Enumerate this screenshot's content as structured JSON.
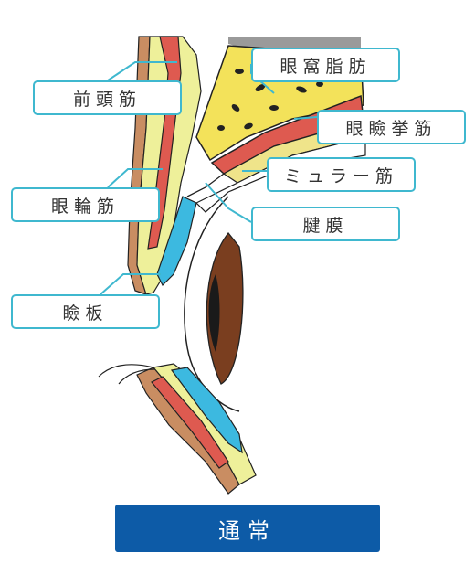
{
  "diagram": {
    "labels": {
      "frontalis": "前頭筋",
      "orbital_fat": "眼窩脂肪",
      "levator": "眼瞼挙筋",
      "muller": "ミュラー筋",
      "orbicularis": "眼輪筋",
      "aponeurosis": "腱膜",
      "tarsus": "瞼板"
    },
    "caption": "通常",
    "colors": {
      "label_border": "#3fb8cf",
      "caption_bg": "#0d5ba7",
      "muscle_red": "#de5a50",
      "fat_yellow": "#f3e25a",
      "skin_yellow": "#eef09a",
      "tarsus_blue": "#3cb9e0",
      "iris_brown": "#7a3e1f",
      "skin_outline": "#c98d62"
    }
  }
}
